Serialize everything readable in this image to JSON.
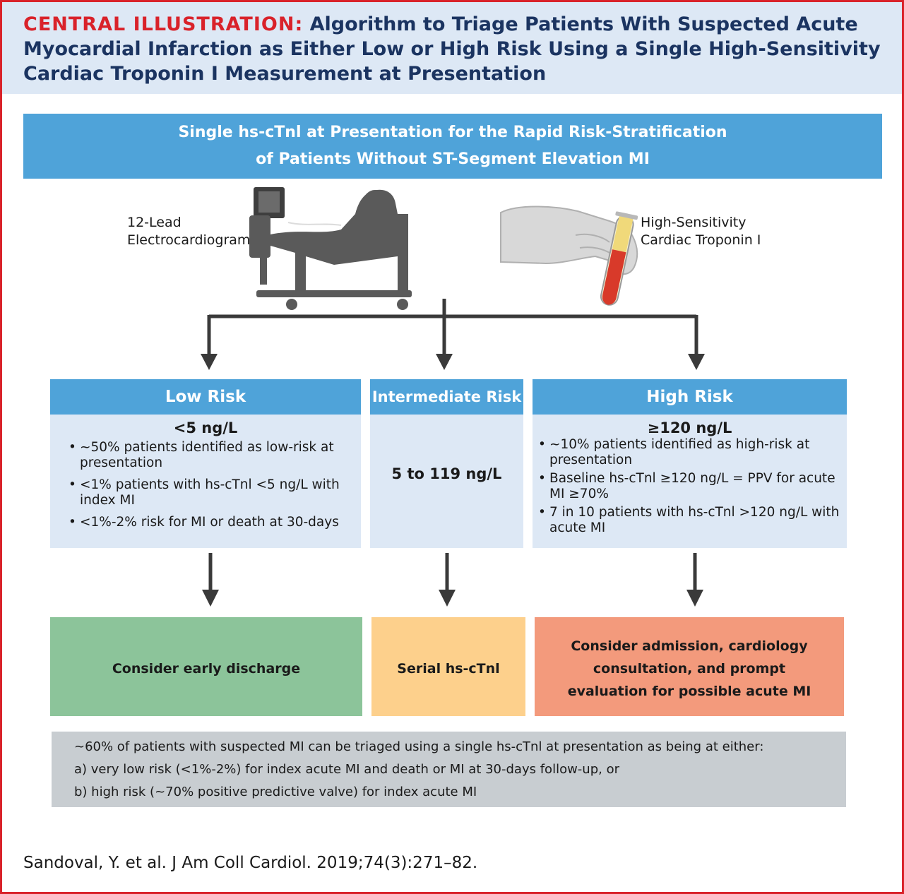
{
  "header": {
    "label": "CENTRAL ILLUSTRATION:",
    "title": "Algorithm to Triage Patients With Suspected Acute Myocardial Infarction as Either Low or High Risk Using a Single High-Sensitivity Cardiac Troponin I Measurement at Presentation"
  },
  "banner": {
    "line1": "Single hs-cTnl at Presentation for the Rapid Risk-Stratification",
    "line2": "of Patients Without ST-Segment Elevation MI"
  },
  "illustrations": {
    "ecg_line1": "12-Lead",
    "ecg_line2": "Electrocardiogram",
    "troponin_line1": "High-Sensitivity",
    "troponin_line2": "Cardiac Troponin I"
  },
  "columns": {
    "low": {
      "title": "Low Risk",
      "threshold": "<5 ng/L",
      "bullets": [
        "~50% patients identified as low-risk at presentation",
        "<1% patients with hs-cTnl  <5 ng/L with index MI",
        "<1%-2% risk for MI or death at 30-days"
      ]
    },
    "intermediate": {
      "title": "Intermediate Risk",
      "threshold": "5 to 119 ng/L"
    },
    "high": {
      "title": "High Risk",
      "threshold": "≥120 ng/L",
      "bullets": [
        "~10% patients identified as high-risk at presentation",
        "Baseline hs-cTnl ≥120 ng/L = PPV for acute MI ≥70%",
        "7 in 10 patients with hs-cTnl >120 ng/L with acute MI"
      ]
    }
  },
  "actions": {
    "low": "Consider early discharge",
    "intermediate": "Serial hs-cTnl",
    "high": "Consider admission, cardiology consultation, and prompt evaluation for possible acute MI"
  },
  "summary": {
    "line1": "~60% of patients with suspected MI can be triaged using a single hs-cTnl at presentation as being at either:",
    "line2": "a) very low risk (<1%-2%) for index acute MI and death or MI at 30-days follow-up, or",
    "line3": "b) high risk (~70% positive predictive valve) for index acute MI"
  },
  "citation": "Sandoval, Y. et al. J Am Coll Cardiol. 2019;74(3):271–82.",
  "colors": {
    "accent_red": "#d9222a",
    "header_bg": "#dde8f5",
    "banner_blue": "#4fa3d9",
    "low_green": "#8cc49a",
    "intermediate_orange": "#fdd08c",
    "high_salmon": "#f39a7c",
    "summary_gray": "#c8cdd1"
  }
}
